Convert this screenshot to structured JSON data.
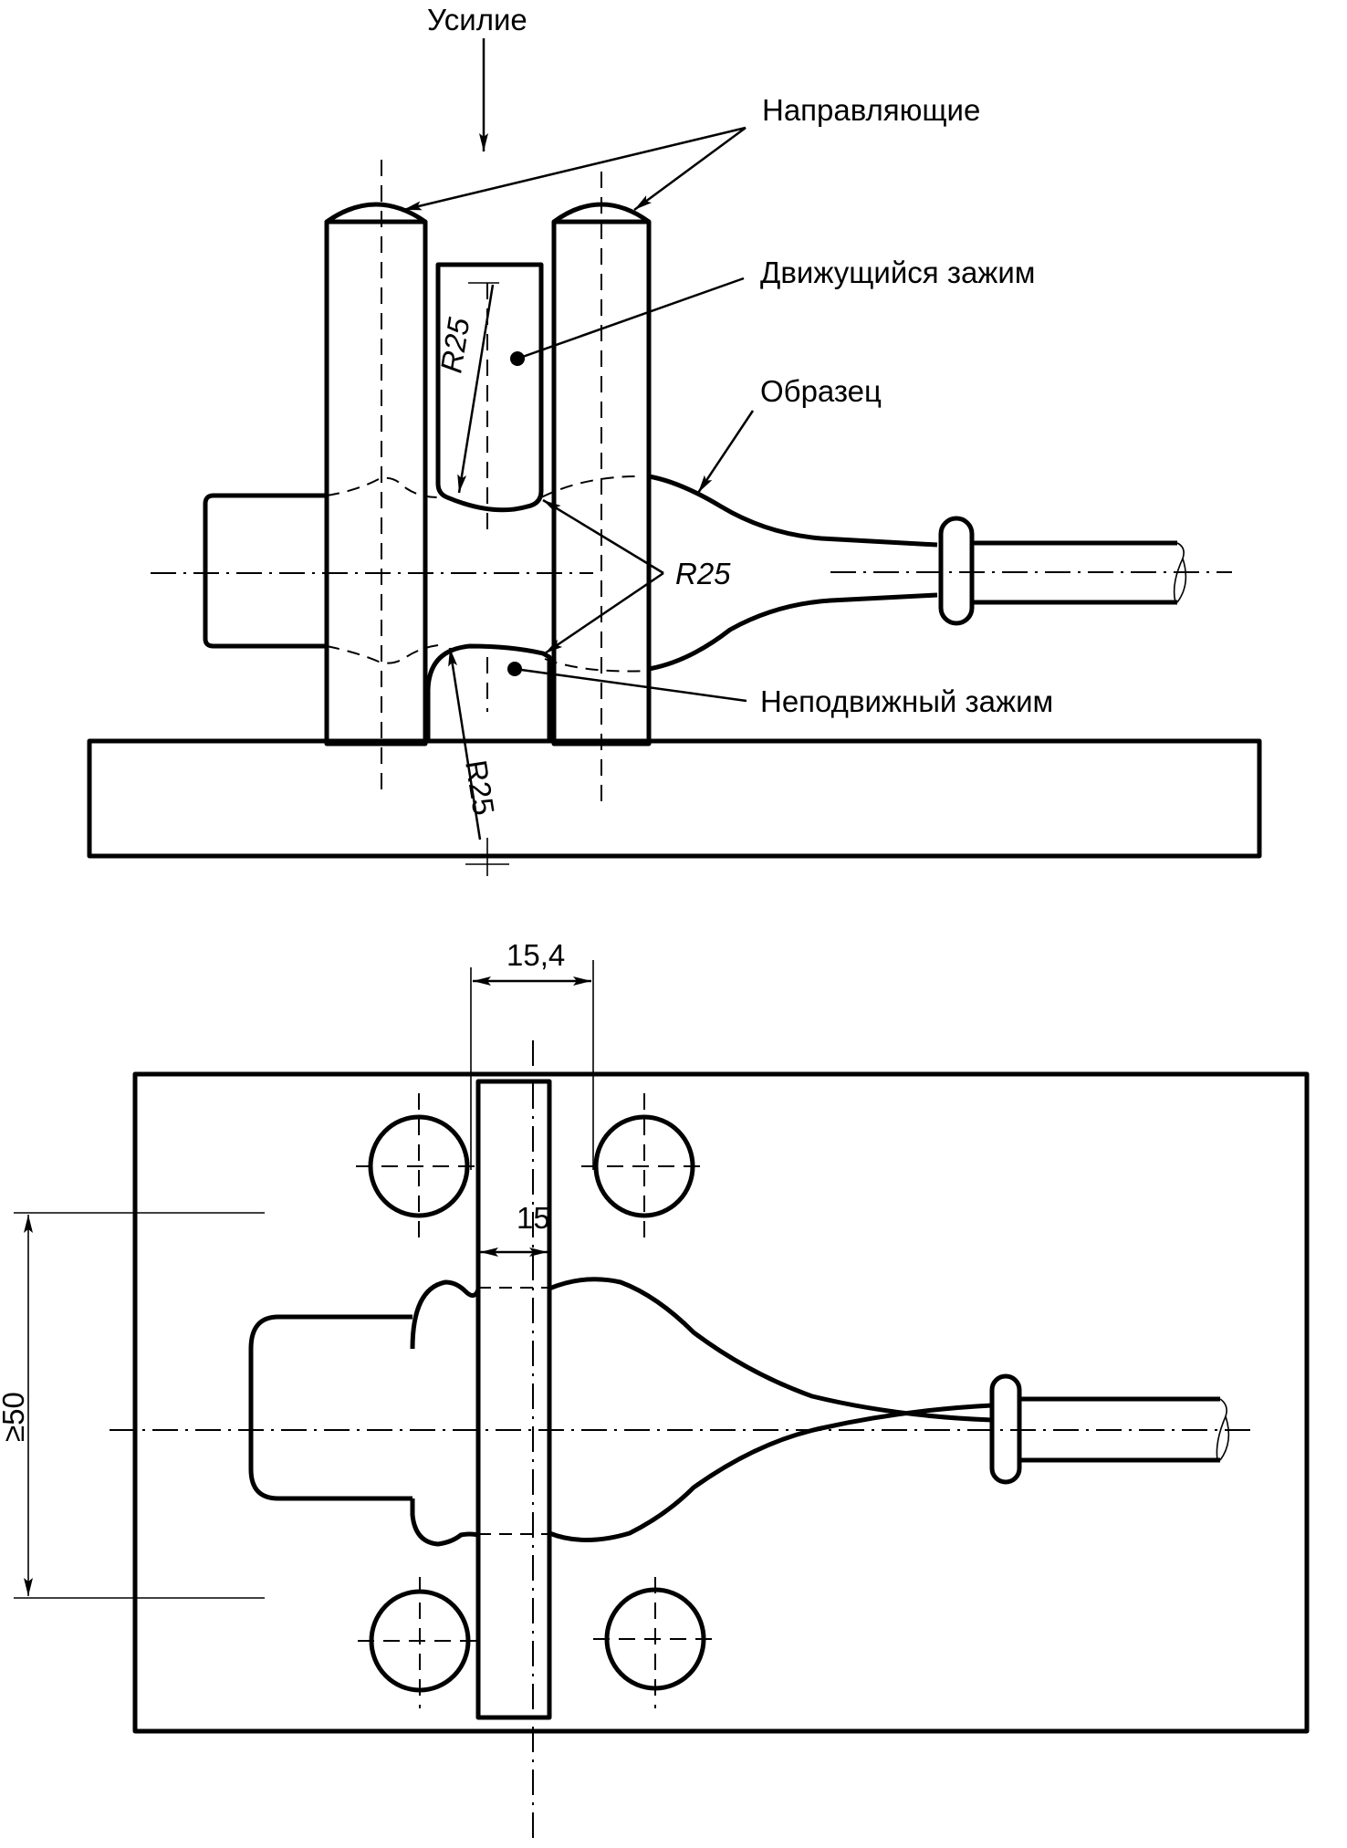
{
  "diagram": {
    "type": "technical-drawing",
    "language": "ru",
    "colors": {
      "line": "#000000",
      "background": "#ffffff"
    }
  },
  "side_view": {
    "labels": {
      "force": "Усилие",
      "guides": "Направляющие",
      "moving_clamp": "Движущийся зажим",
      "specimen": "Образец",
      "fixed_clamp": "Неподвижный зажим"
    },
    "dimensions": {
      "radius_moving_clamp": "R25",
      "radius_specimen": "R25",
      "radius_fixed_clamp": "R25"
    }
  },
  "top_view": {
    "dimensions": {
      "outer_width": "15,4",
      "inner_width": "15",
      "spacing": "≥50"
    }
  }
}
